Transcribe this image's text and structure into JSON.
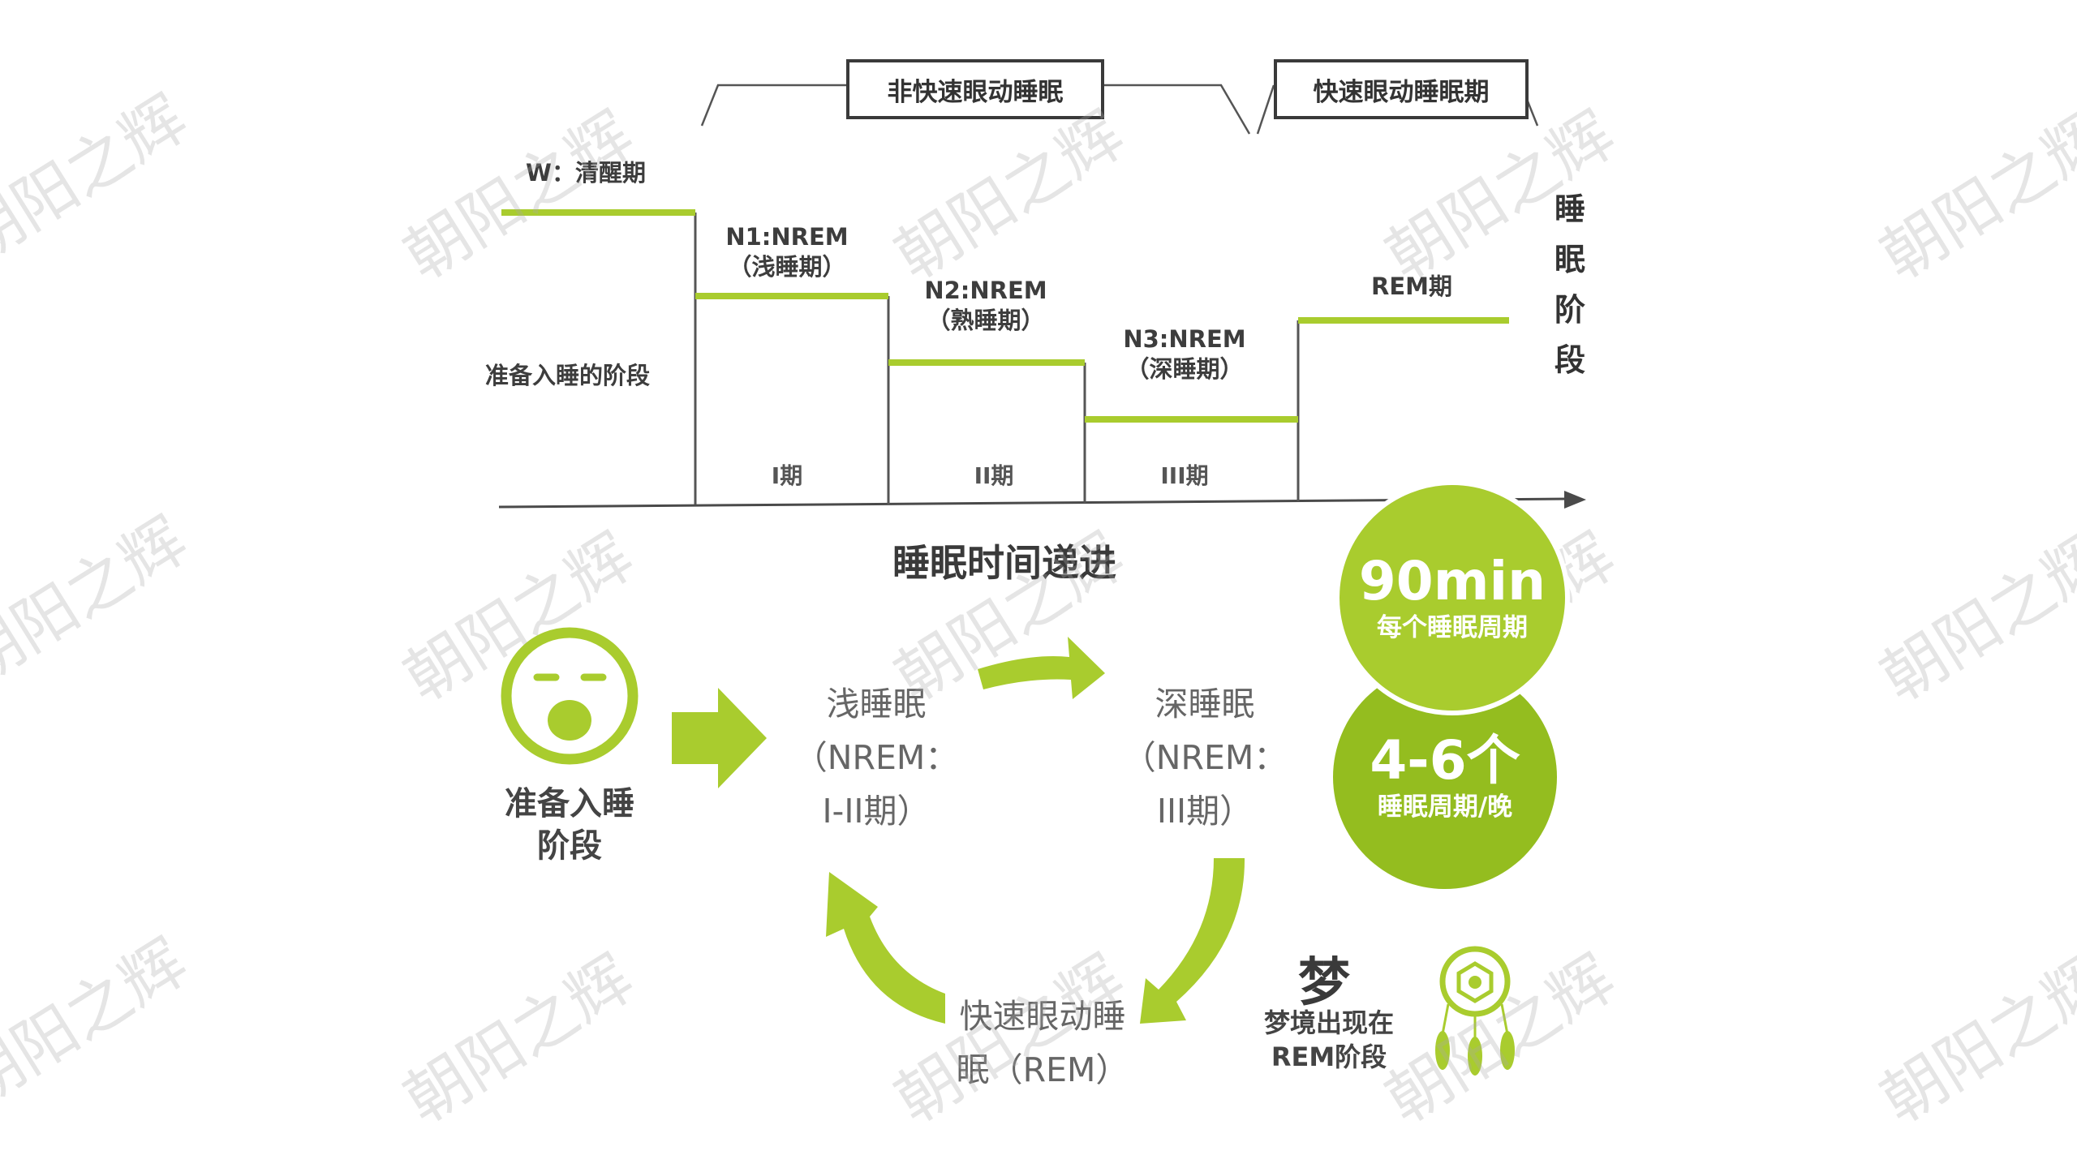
{
  "colors": {
    "accent": "#a9cc2e",
    "accent_dark": "#94bd1f",
    "text": "#3a3a3a",
    "line": "#4a4a4a"
  },
  "top": {
    "phase_nrem": "非快速眼动睡眠",
    "phase_rem": "快速眼动睡眠期",
    "w_label": "W：清醒期",
    "prep_label": "准备入睡的阶段",
    "n1": {
      "name": "N1:NREM",
      "sub": "（浅睡期）",
      "period": "I期"
    },
    "n2": {
      "name": "N2:NREM",
      "sub": "（熟睡期）",
      "period": "II期"
    },
    "n3": {
      "name": "N3:NREM",
      "sub": "（深睡期）",
      "period": "III期"
    },
    "rem_label": "REM期",
    "side_title": [
      "睡",
      "眠",
      "阶",
      "段"
    ],
    "x_axis_title": "睡眠时间递进"
  },
  "cycle": {
    "prep": [
      "准备入睡",
      "阶段"
    ],
    "light": [
      "浅睡眠",
      "（NREM：",
      "I-II期）"
    ],
    "deep": [
      "深睡眠",
      "（NREM：",
      "III期）"
    ],
    "rem": [
      "快速眼动睡",
      "眠（REM）"
    ]
  },
  "stats": {
    "c1_big": "90min",
    "c1_small": "每个睡眠周期",
    "c2_big": "4-6个",
    "c2_small": "睡眠周期/晚"
  },
  "dream": {
    "title": "梦",
    "line1": "梦境出现在",
    "line2": "REM阶段",
    "icon": "dreamcatcher-icon"
  },
  "watermark": "朝阳之辉"
}
